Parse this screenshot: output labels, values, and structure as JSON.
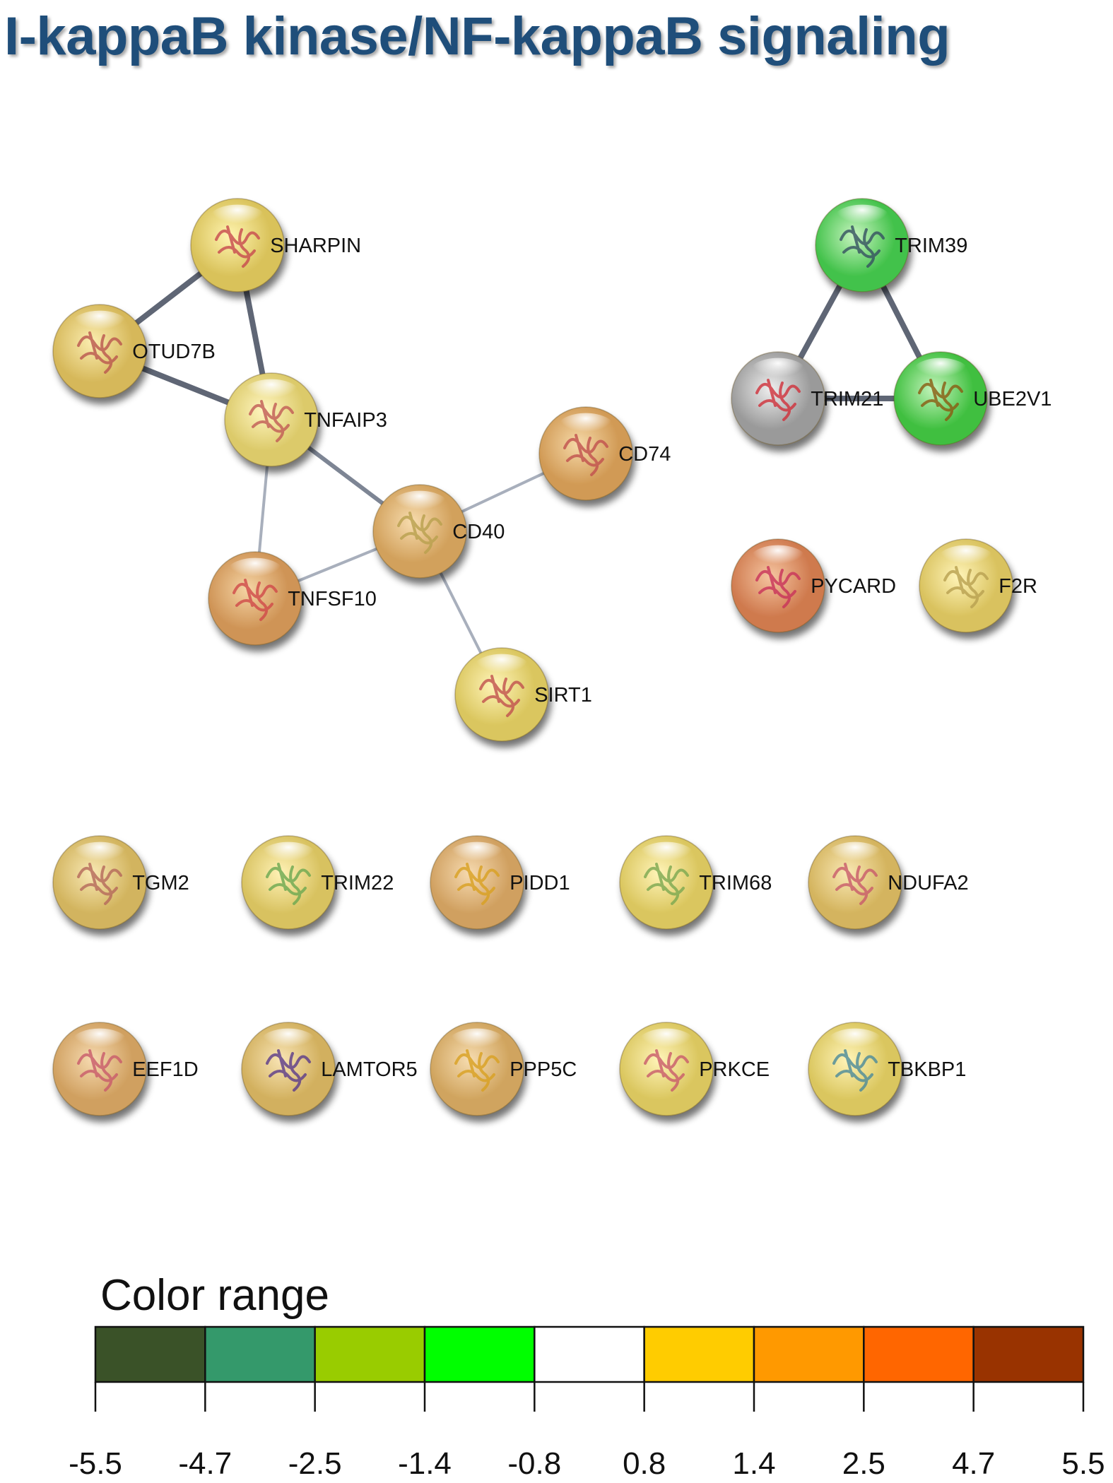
{
  "title": "I-kappaB kinase/NF-kappaB signaling",
  "nodes": [
    {
      "id": "SHARPIN",
      "label": "SHARPIN",
      "color": "#d9c25a",
      "light": "#fff4b0",
      "structure": "#c7484e"
    },
    {
      "id": "OTUD7B",
      "label": "OTUD7B",
      "color": "#d6b85a",
      "light": "#fbedb0",
      "structure": "#b9554e"
    },
    {
      "id": "TNFAIP3",
      "label": "TNFAIP3",
      "color": "#dcca6a",
      "light": "#fff6c0",
      "structure": "#c05a55"
    },
    {
      "id": "CD74",
      "label": "CD74",
      "color": "#d19a55",
      "light": "#f6d9a8",
      "structure": "#c0504e"
    },
    {
      "id": "CD40",
      "label": "CD40",
      "color": "#d2a15c",
      "light": "#f7dcae",
      "structure": "#b8a04e"
    },
    {
      "id": "TNFSF10",
      "label": "TNFSF10",
      "color": "#cf9456",
      "light": "#f5d4a4",
      "structure": "#d04848"
    },
    {
      "id": "SIRT1",
      "label": "SIRT1",
      "color": "#dac65e",
      "light": "#fff4b8",
      "structure": "#c0504e"
    },
    {
      "id": "TRIM39",
      "label": "TRIM39",
      "color": "#43c24b",
      "light": "#c8f5c0",
      "structure": "#355060"
    },
    {
      "id": "TRIM21",
      "label": "TRIM21",
      "color": "#9a9a9a",
      "light": "#eeeeee",
      "structure": "#d02f3a"
    },
    {
      "id": "UBE2V1",
      "label": "UBE2V1",
      "color": "#3fbf3f",
      "light": "#c4f4bc",
      "structure": "#8a5a10"
    },
    {
      "id": "PYCARD",
      "label": "PYCARD",
      "color": "#cf7a4e",
      "light": "#f5c4a0",
      "structure": "#c8325a"
    },
    {
      "id": "F2R",
      "label": "F2R",
      "color": "#d9c25e",
      "light": "#fff4b8",
      "structure": "#b8a050"
    },
    {
      "id": "TGM2",
      "label": "TGM2",
      "color": "#d2b45e",
      "light": "#f8e8b4",
      "structure": "#b4685a"
    },
    {
      "id": "TRIM22",
      "label": "TRIM22",
      "color": "#d8c260",
      "light": "#fff2b6",
      "structure": "#6aa850"
    },
    {
      "id": "PIDD1",
      "label": "PIDD1",
      "color": "#d0a060",
      "light": "#f6dab0",
      "structure": "#d8a020"
    },
    {
      "id": "TRIM68",
      "label": "TRIM68",
      "color": "#dac65e",
      "light": "#fff4b8",
      "structure": "#7aa850"
    },
    {
      "id": "NDUFA2",
      "label": "NDUFA2",
      "color": "#d4b45e",
      "light": "#f9e8b4",
      "structure": "#c85a6a"
    },
    {
      "id": "EEF1D",
      "label": "EEF1D",
      "color": "#d0a060",
      "light": "#f6dab0",
      "structure": "#c85a6a"
    },
    {
      "id": "LAMTOR5",
      "label": "LAMTOR5",
      "color": "#d2b05e",
      "light": "#f8e4b4",
      "structure": "#5a3a8a"
    },
    {
      "id": "PPP5C",
      "label": "PPP5C",
      "color": "#d0a45e",
      "light": "#f6dcb0",
      "structure": "#d8a020"
    },
    {
      "id": "PRKCE",
      "label": "PRKCE",
      "color": "#dac65e",
      "light": "#fff4b8",
      "structure": "#c85a6a"
    },
    {
      "id": "TBKBP1",
      "label": "TBKBP1",
      "color": "#dac65e",
      "light": "#fff4b8",
      "structure": "#4a8a9a"
    }
  ],
  "edges": [
    {
      "source": "SHARPIN",
      "target": "OTUD7B",
      "strength": "strong"
    },
    {
      "source": "SHARPIN",
      "target": "TNFAIP3",
      "strength": "strong"
    },
    {
      "source": "OTUD7B",
      "target": "TNFAIP3",
      "strength": "strong"
    },
    {
      "source": "TNFAIP3",
      "target": "CD40",
      "strength": "medium"
    },
    {
      "source": "TNFAIP3",
      "target": "TNFSF10",
      "strength": "weak"
    },
    {
      "source": "CD40",
      "target": "CD74",
      "strength": "weak"
    },
    {
      "source": "CD40",
      "target": "TNFSF10",
      "strength": "weak"
    },
    {
      "source": "CD40",
      "target": "SIRT1",
      "strength": "weak"
    },
    {
      "source": "TRIM39",
      "target": "TRIM21",
      "strength": "strong"
    },
    {
      "source": "TRIM39",
      "target": "UBE2V1",
      "strength": "strong"
    },
    {
      "source": "TRIM21",
      "target": "UBE2V1",
      "strength": "strong"
    }
  ],
  "edge_colors": {
    "strong": "#5f6675",
    "medium": "#7d8594",
    "weak": "#a8afbc"
  },
  "legend": {
    "title": "Color range",
    "bins": [
      {
        "color": "#3a5228"
      },
      {
        "color": "#34996b"
      },
      {
        "color": "#99cc00"
      },
      {
        "color": "#00ff00"
      },
      {
        "color": "#ffffff"
      },
      {
        "color": "#ffcc00"
      },
      {
        "color": "#ff9900"
      },
      {
        "color": "#ff6600"
      },
      {
        "color": "#993300"
      }
    ],
    "ticks": [
      "-5.5",
      "-4.7",
      "-2.5",
      "-1.4",
      "-0.8",
      "0.8",
      "1.4",
      "2.5",
      "4.7",
      "5.5"
    ]
  }
}
